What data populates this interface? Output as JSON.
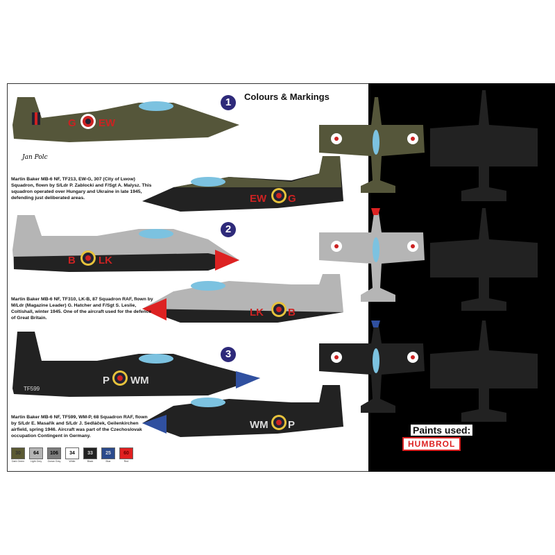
{
  "title": "Colours & Markings",
  "signature": "Jan Polc",
  "schemes": [
    {
      "number": "1",
      "description": "Martin Baker MB-6 NF, TF213, EW-G, 307 (City of Lwow) Squadron, flown by S/Ldr P. Zablocki and F/Sgt A. Malysz. This squadron operated over Hungary and Ukraine in late 1945, defending just deliberated areas.",
      "code_left": "EW",
      "code_right": "G",
      "serial": "TF213"
    },
    {
      "number": "2",
      "description": "Martin Baker MB-6 NF, TF310, LK-B, 87 Squadron RAF, flown by M/Ldr (Magazine Leader) G. Hatcher and F/Sgt S. Leslie, Coltishall, winter 1945. One of the aircraft used for the defence of Great Britain.",
      "code_left": "LK",
      "code_right": "B",
      "serial": "TF310"
    },
    {
      "number": "3",
      "description": "Martin Baker MB-6 NF, TF599, WM-P, 68 Squadron RAF, flown by S/Ldr E. Masařík and S/Ldr J. Sedláček, Geilenkirchen airfield, spring 1946. Aircraft was part of the Czechoslovak occupation Contingent in Germany.",
      "code_left": "WM",
      "code_right": "P",
      "serial": "TF599"
    }
  ],
  "paints": [
    {
      "code": "30",
      "name": "Dark Green",
      "color": "#5b5a34"
    },
    {
      "code": "64",
      "name": "Light Grey",
      "color": "#b5b5b5"
    },
    {
      "code": "106",
      "name": "Ocean Grey",
      "color": "#7c7c7c"
    },
    {
      "code": "34",
      "name": "White",
      "color": "#ffffff"
    },
    {
      "code": "33",
      "name": "Black",
      "color": "#222222"
    },
    {
      "code": "25",
      "name": "Blue",
      "color": "#2b4a8c"
    },
    {
      "code": "60",
      "name": "Red",
      "color": "#e02020"
    }
  ],
  "paints_used": "Paints used:",
  "brand": "HUMBROL"
}
